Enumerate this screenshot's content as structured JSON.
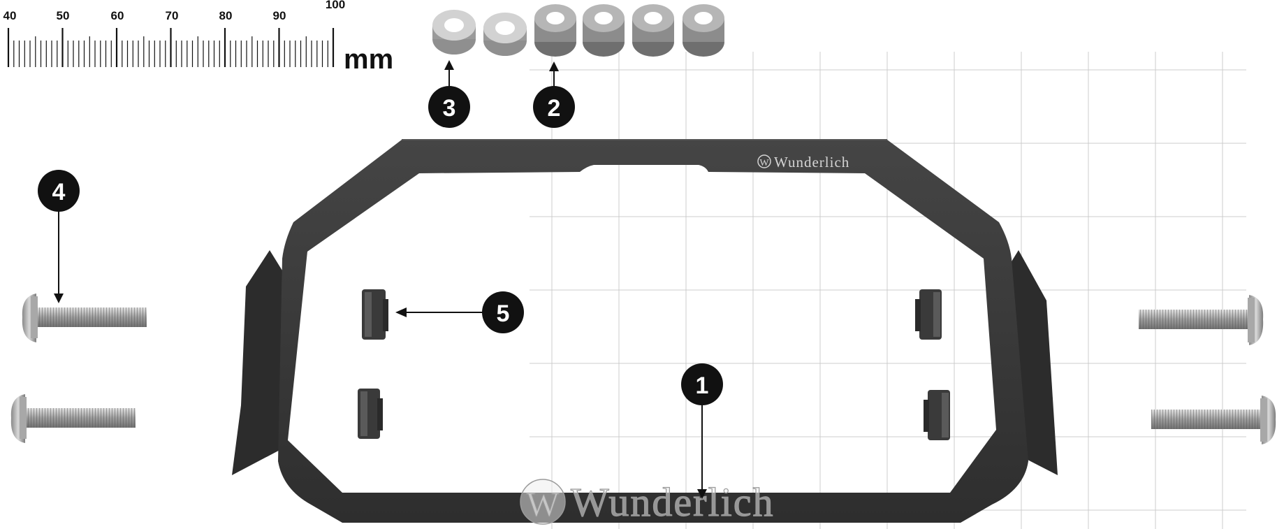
{
  "ruler": {
    "tick_labels": [
      "40",
      "50",
      "60",
      "70",
      "80",
      "90",
      "100"
    ],
    "unit": "mm"
  },
  "callouts": [
    {
      "number": "1",
      "part": "frame"
    },
    {
      "number": "2",
      "part": "large spacers"
    },
    {
      "number": "3",
      "part": "small spacers"
    },
    {
      "number": "4",
      "part": "bolts"
    },
    {
      "number": "5",
      "part": "nuts"
    }
  ],
  "brand": {
    "logo_text": "Wunderlich",
    "watermark_text": "Wunderlich"
  },
  "colors": {
    "frame": "#3a3a3a",
    "callout_bg": "#111111",
    "grid": "#cccccc",
    "metal": "#b0b0b0"
  },
  "icons": [
    "bolt-icon",
    "hex-nut-icon",
    "spacer-icon",
    "wunderlich-logo-icon"
  ]
}
